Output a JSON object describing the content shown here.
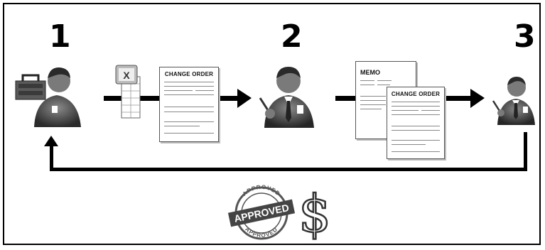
{
  "steps": [
    {
      "number": "1"
    },
    {
      "number": "2"
    },
    {
      "number": "3"
    }
  ],
  "documents": {
    "change_order_title": "CHANGE ORDER",
    "memo_title": "MEMO",
    "spreadsheet_icon_letter": "X"
  },
  "stamp": {
    "top_text": "APPROVED",
    "center_text": "APPROVED",
    "bottom_text": "APPROVED"
  },
  "currency_symbol": "$",
  "icons": [
    "worker-with-toolbox-icon",
    "spreadsheet-icon",
    "change-order-document-icon",
    "manager-with-pen-icon",
    "memo-document-icon",
    "approved-stamp-icon",
    "dollar-sign-icon"
  ],
  "colors": {
    "arrow": "#000000",
    "figure_dark": "#2b2b2b",
    "figure_mid": "#6a6a6a",
    "paper": "#ffffff"
  }
}
